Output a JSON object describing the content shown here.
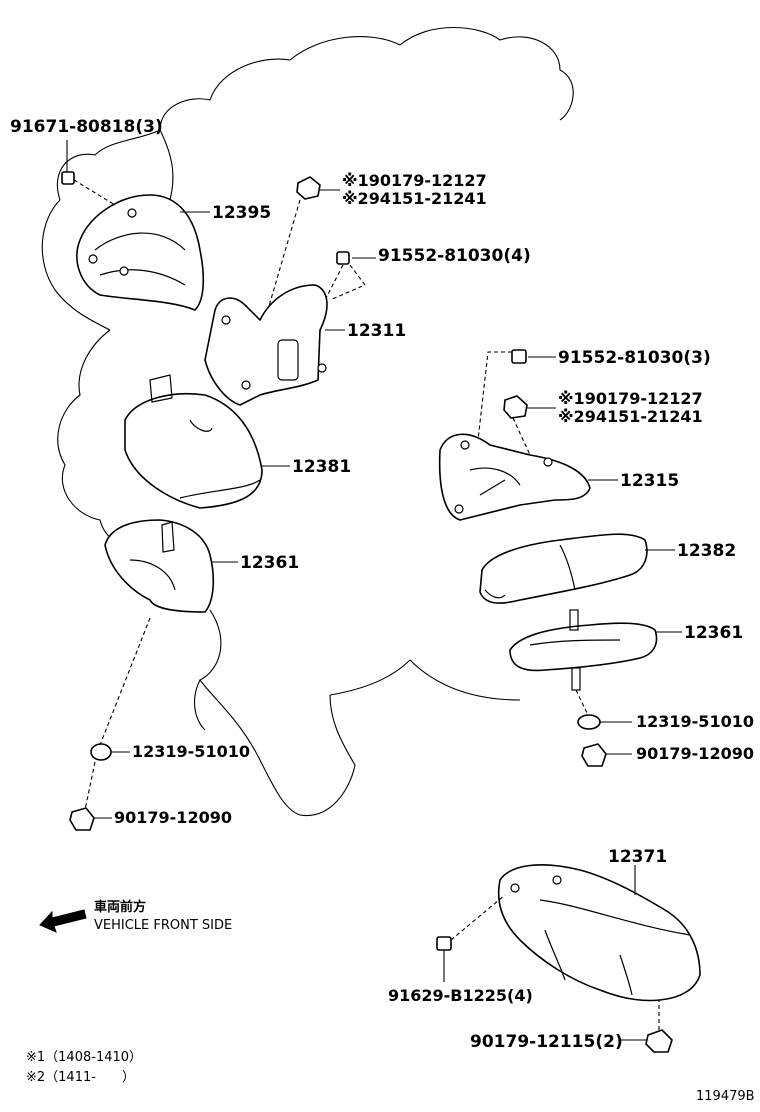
{
  "parts": {
    "bolt_91671": "91671-80818(3)",
    "bracket_12395": "12395",
    "nut_upper_left_1": "※190179-12127",
    "nut_upper_left_2": "※294151-21241",
    "bolt_91552_a": "91552-81030(4)",
    "bracket_12311": "12311",
    "insulator_12381": "12381",
    "insulator_12361_left": "12361",
    "bolt_91552_b": "91552-81030(3)",
    "nut_right_1": "※190179-12127",
    "nut_right_2": "※294151-21241",
    "bracket_12315": "12315",
    "insulator_12382": "12382",
    "insulator_12361_right": "12361",
    "stopper_right": "12319-51010",
    "nut_right_lower": "90179-12090",
    "stopper_left": "12319-51010",
    "nut_left_lower": "90179-12090",
    "member_12371": "12371",
    "bolt_91629": "91629-B1225(4)",
    "nut_90179_12115": "90179-12115(2)"
  },
  "legend": {
    "front_jp": "車両前方",
    "front_en": "VEHICLE FRONT SIDE"
  },
  "notes": {
    "note1": "※1（1408-1410）",
    "note2": "※2（1411-　　）"
  },
  "diagram_id": "119479B"
}
